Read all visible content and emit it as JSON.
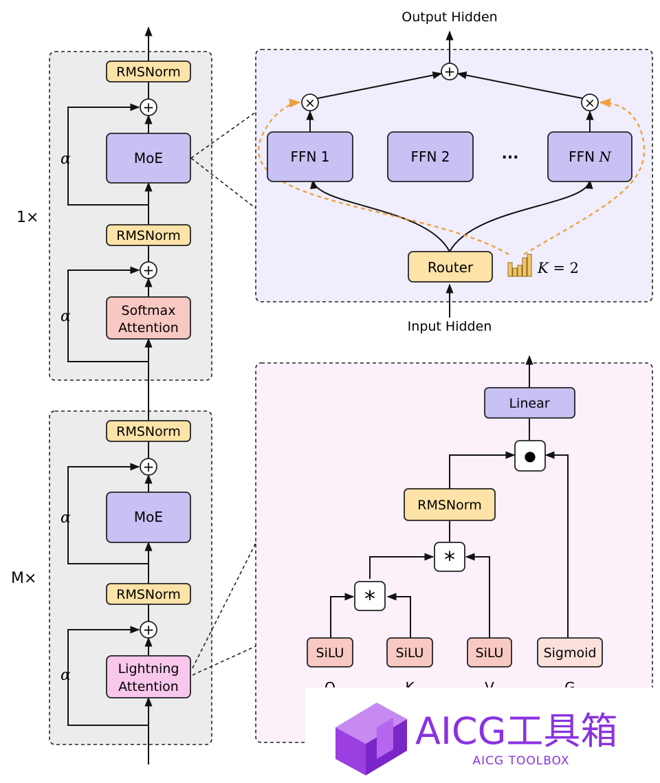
{
  "colors": {
    "norm": "#fde3a7",
    "moe": "#c7c1f4",
    "softmax": "#f8c9c2",
    "lightning": "#f9c7ec",
    "silu": "#f8c9c2",
    "sigmoid": "#fbe0dc",
    "panel_gray": "#ececec",
    "panel_purple": "#f0eefc",
    "panel_pink": "#fcf0fa",
    "routing": "#f0a040"
  },
  "left": {
    "repeat_top": "1×",
    "repeat_bottom": "M×",
    "alpha": "α",
    "norm_label": "RMSNorm",
    "moe_label": "MoE",
    "softmax_line1": "Softmax",
    "softmax_line2": "Attention",
    "lightning_line1": "Lightning",
    "lightning_line2": "Attention",
    "plus_symbol": "+"
  },
  "moe_panel": {
    "output_label": "Output Hidden",
    "input_label": "Input Hidden",
    "ffn1": "FFN 1",
    "ffn2": "FFN 2",
    "ffn_ellipsis": "···",
    "ffn_n_prefix": "FFN ",
    "ffn_n_var": "N",
    "router": "Router",
    "k_var": "K",
    "k_eq": " = 2",
    "times_symbol": "×",
    "plus_symbol": "+"
  },
  "lightning_panel": {
    "linear": "Linear",
    "rmsnorm": "RMSNorm",
    "dot_symbol": "●",
    "star_symbol": "*",
    "silu": "SiLU",
    "sigmoid": "Sigmoid",
    "inputs": [
      "Q",
      "K",
      "V",
      "G"
    ]
  },
  "watermark": {
    "title": "AICG工具箱",
    "subtitle": "AICG TOOLBOX"
  }
}
